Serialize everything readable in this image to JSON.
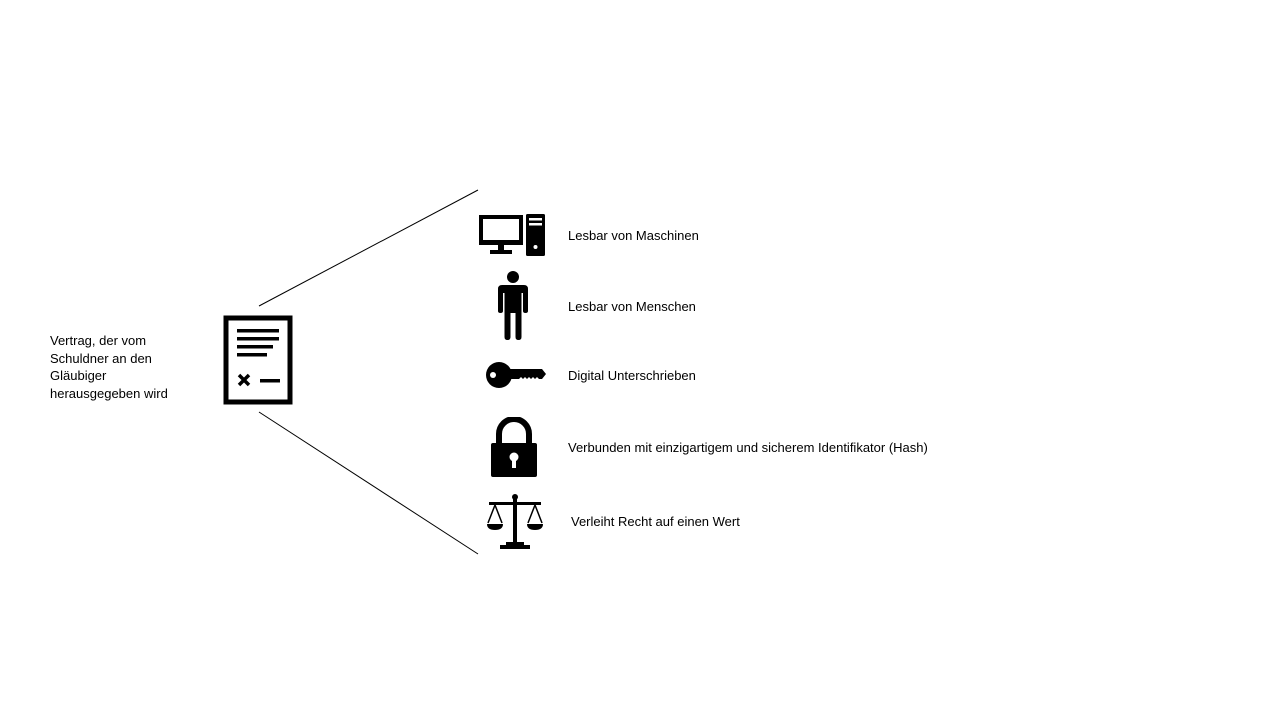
{
  "source": {
    "label": "Vertrag, der vom\nSchuldner an den\nGläubiger\nherausgegeben wird",
    "icon": "document-checklist-icon"
  },
  "features": [
    {
      "icon": "computer-icon",
      "label": "Lesbar von Maschinen"
    },
    {
      "icon": "person-icon",
      "label": "Lesbar von Menschen"
    },
    {
      "icon": "key-icon",
      "label": "Digital Unterschrieben"
    },
    {
      "icon": "padlock-icon",
      "label": "Verbunden mit einzigartigem und sicherem Identifikator (Hash)"
    },
    {
      "icon": "scales-icon",
      "label": "Verleiht Recht auf einen Wert"
    }
  ],
  "colors": {
    "foreground": "#000000",
    "background": "#ffffff"
  }
}
